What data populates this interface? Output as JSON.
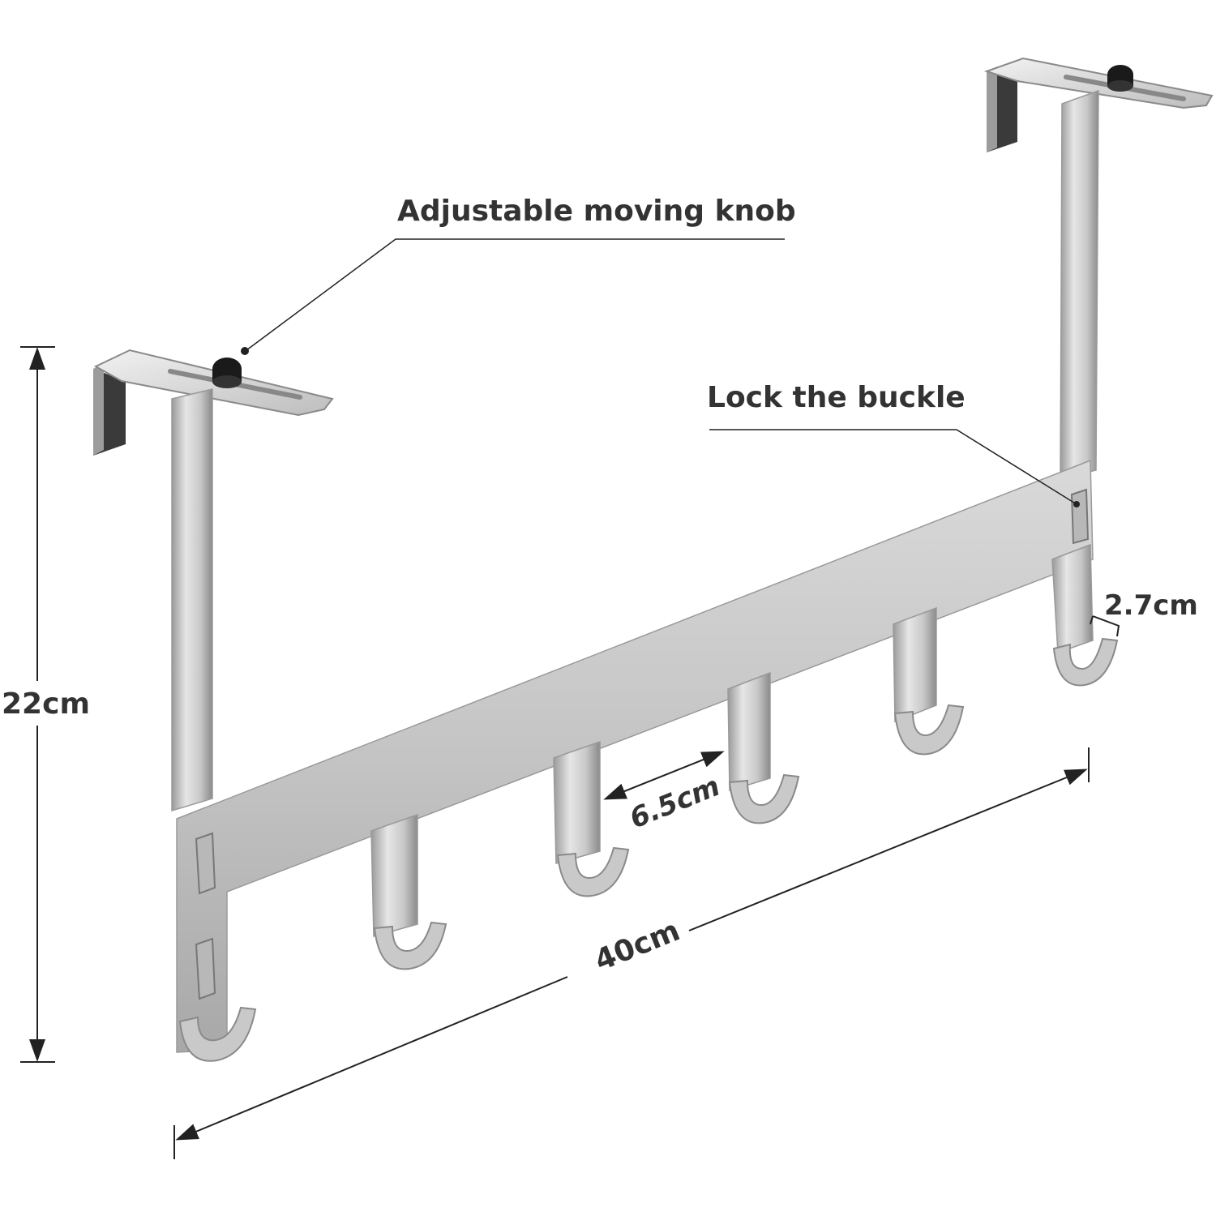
{
  "annotations": {
    "knob": "Adjustable moving knob",
    "buckle": "Lock the buckle"
  },
  "dimensions": {
    "height": "22cm",
    "width": "40cm",
    "hook_spacing": "6.5cm",
    "hook_depth": "2.7cm"
  },
  "colors": {
    "metal_light": "#e4e4e4",
    "metal_mid": "#c2c2c2",
    "metal_dark": "#8e8e8e",
    "rubber_pad": "#3a3a3a",
    "knob": "#1a1a1a",
    "dimension_line": "#222222",
    "text": "#333333"
  }
}
